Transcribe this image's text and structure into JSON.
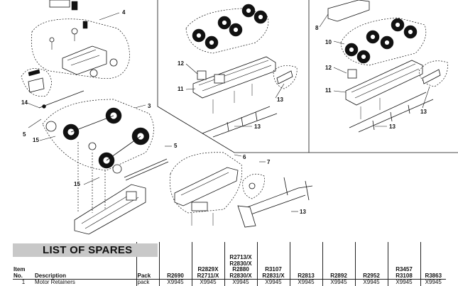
{
  "callouts": [
    "4",
    "3",
    "5",
    "15",
    "14",
    "5",
    "15",
    "6",
    "7",
    "13",
    "12",
    "11",
    "13",
    "13",
    "8",
    "10",
    "12",
    "11",
    "13",
    "13"
  ],
  "spares": {
    "title": "LIST OF SPARES",
    "headers": {
      "item": "Item No.",
      "description": "Description",
      "pack": "Pack",
      "models": [
        "R2690",
        "R2829X\nR2711/X",
        "R2713/X\nR2830/X\nR2880\nR2830/X",
        "R3107\nR2831/X",
        "R2813",
        "R2892",
        "R2952",
        "R3457\nR3108",
        "R3863"
      ]
    },
    "rows": [
      {
        "item": "1",
        "description": "Motor Retainers",
        "pack": "pack",
        "codes": [
          "X9945",
          "X9945",
          "X9945",
          "X9945",
          "X9945",
          "X9945",
          "X9945",
          "X9945",
          "X9945"
        ]
      }
    ]
  }
}
